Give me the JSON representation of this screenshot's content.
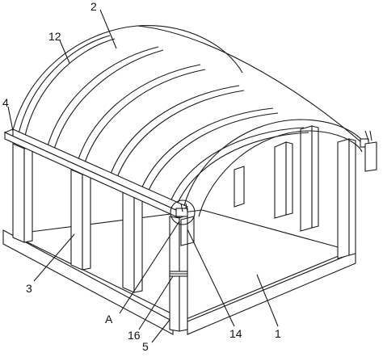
{
  "labels": {
    "l2": "2",
    "l12": "12",
    "l4": "4",
    "l3": "3",
    "lA": "A",
    "l16": "16",
    "l5": "5",
    "l14": "14",
    "l1": "1"
  }
}
